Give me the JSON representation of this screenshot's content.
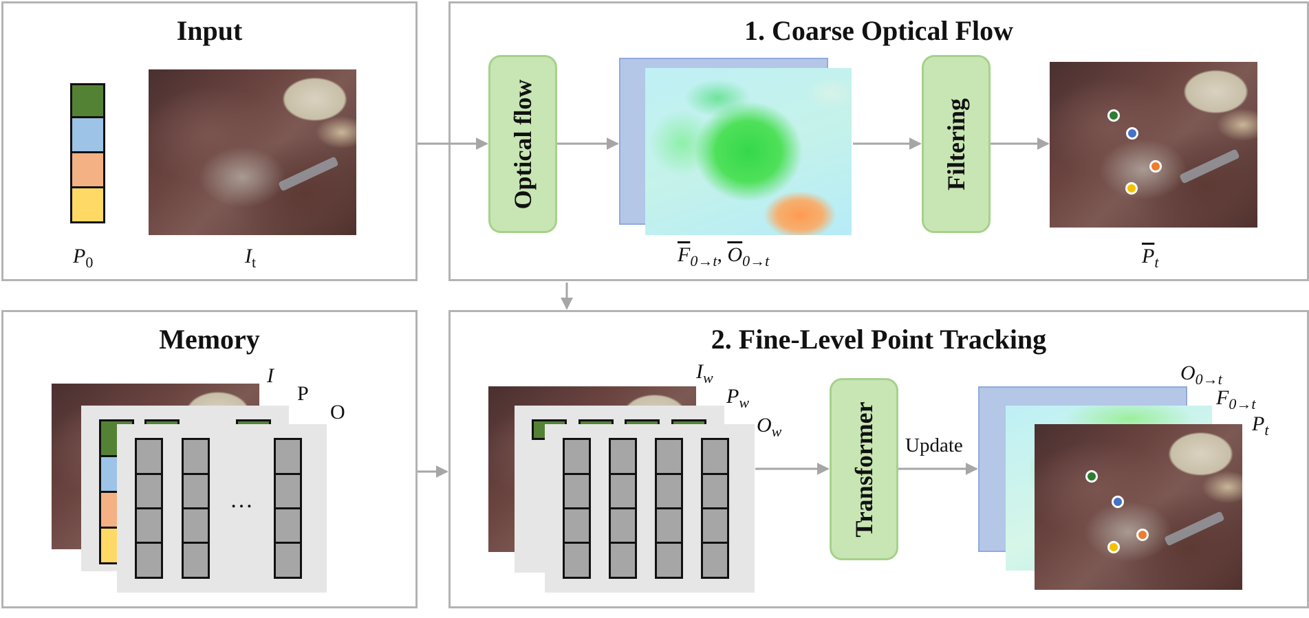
{
  "panels": {
    "input": {
      "title": "Input"
    },
    "coarse": {
      "title": "1. Coarse Optical Flow"
    },
    "memory": {
      "title": "Memory"
    },
    "fine": {
      "title": "2. Fine-Level Point Tracking"
    }
  },
  "blocks": {
    "optical_flow": "Optical flow",
    "filtering": "Filtering",
    "transformer": "Transformer"
  },
  "labels": {
    "p0_main": "P",
    "p0_sub": "0",
    "it_main": "I",
    "it_sub": "t",
    "flow_f": "F",
    "flow_f_sub": "0→t",
    "flow_sep": ", ",
    "flow_o": "O",
    "flow_o_sub": "0→t",
    "pbar_main": "P",
    "pbar_sub": "t",
    "mem_i": "I",
    "mem_p": "P",
    "mem_o": "O",
    "mem_ellipsis": "…",
    "iw_main": "I",
    "iw_sub": "w",
    "pw_main": "P",
    "pw_sub": "w",
    "ow_main": "O",
    "ow_sub": "w",
    "update": "Update",
    "out_o_main": "O",
    "out_o_sub": "0→t",
    "out_f_main": "F",
    "out_f_sub": "0→t",
    "out_p_main": "P",
    "out_p_sub": "t"
  },
  "colors": {
    "green": "#548235",
    "blue": "#9dc3e6",
    "orange": "#f4b183",
    "yellow": "#ffd966",
    "panel_border": "#b3b3b3",
    "block_fill": "#c8e6b4",
    "arrow": "#a6a6a6",
    "dot_green": "#2e7d32",
    "dot_blue": "#4472c4",
    "dot_orange": "#ed7d31",
    "dot_yellow": "#f2c200"
  }
}
